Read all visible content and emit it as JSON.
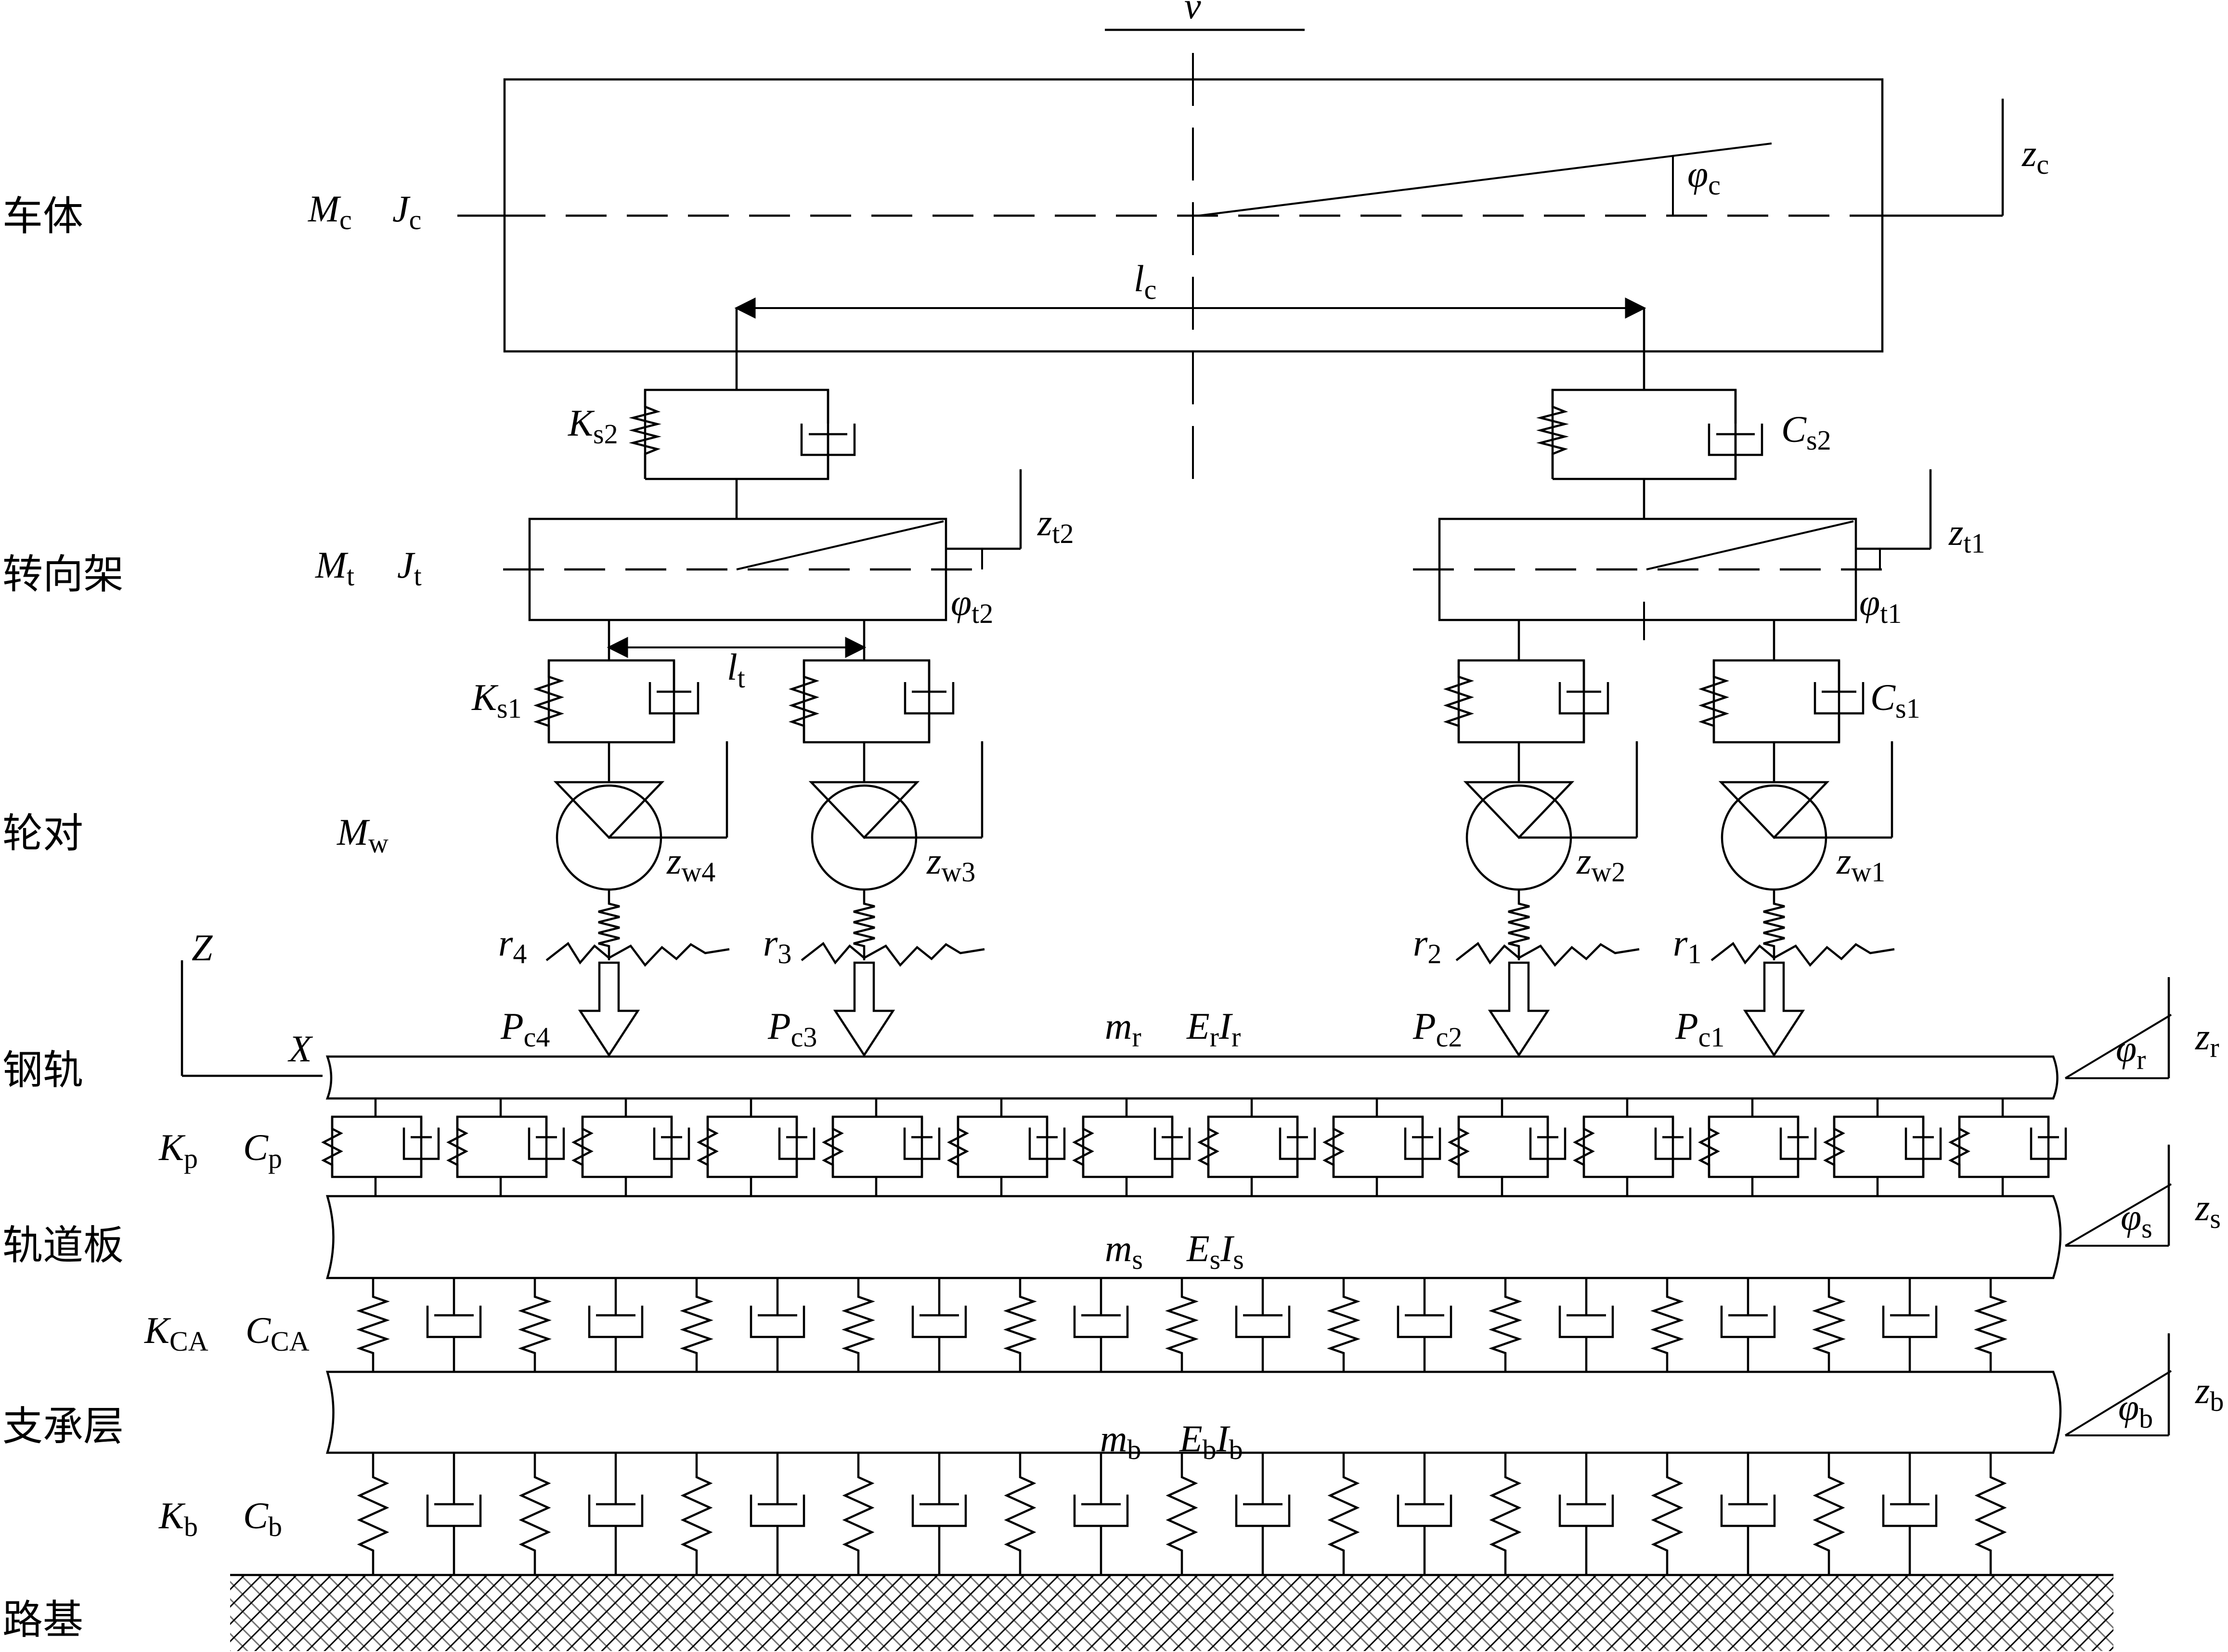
{
  "labels": {
    "velocity": "v",
    "layers": {
      "car": "车体",
      "bogie": "转向架",
      "wheelset": "轮对",
      "rail": "钢轨",
      "slab": "轨道板",
      "base": "支承层",
      "subgrade": "路基"
    },
    "car": {
      "mass": {
        "m": "M",
        "s": "c"
      },
      "inertia": {
        "m": "J",
        "s": "c"
      },
      "disp": {
        "m": "z",
        "s": "c"
      },
      "pitch": {
        "m": "φ",
        "s": "c"
      },
      "len": {
        "m": "l",
        "s": "c"
      }
    },
    "secondary": {
      "k": {
        "m": "K",
        "s": "s2"
      },
      "c": {
        "m": "C",
        "s": "s2"
      }
    },
    "bogie": {
      "mass": {
        "m": "M",
        "s": "t"
      },
      "inertia": {
        "m": "J",
        "s": "t"
      },
      "z1": {
        "m": "z",
        "s": "t1"
      },
      "z2": {
        "m": "z",
        "s": "t2"
      },
      "phi1": {
        "m": "φ",
        "s": "t1"
      },
      "phi2": {
        "m": "φ",
        "s": "t2"
      },
      "len": {
        "m": "l",
        "s": "t"
      }
    },
    "primary": {
      "k": {
        "m": "K",
        "s": "s1"
      },
      "c": {
        "m": "C",
        "s": "s1"
      }
    },
    "wheel": {
      "mass": {
        "m": "M",
        "s": "w"
      },
      "z1": {
        "m": "z",
        "s": "w1"
      },
      "z2": {
        "m": "z",
        "s": "w2"
      },
      "z3": {
        "m": "z",
        "s": "w3"
      },
      "z4": {
        "m": "z",
        "s": "w4"
      },
      "r1": {
        "m": "r",
        "s": "1"
      },
      "r2": {
        "m": "r",
        "s": "2"
      },
      "r3": {
        "m": "r",
        "s": "3"
      },
      "r4": {
        "m": "r",
        "s": "4"
      },
      "p1": {
        "m": "P",
        "s": "c1"
      },
      "p2": {
        "m": "P",
        "s": "c2"
      },
      "p3": {
        "m": "P",
        "s": "c3"
      },
      "p4": {
        "m": "P",
        "s": "c4"
      }
    },
    "axes": {
      "z": "Z",
      "x": "X"
    },
    "rail": {
      "m": {
        "m": "m",
        "s": "r"
      },
      "e": {
        "m": "E",
        "s": "r"
      },
      "i": {
        "m": "I",
        "s": "r"
      },
      "z": {
        "m": "z",
        "s": "r"
      },
      "phi": {
        "m": "φ",
        "s": "r"
      },
      "kp": {
        "m": "K",
        "s": "p"
      },
      "cp": {
        "m": "C",
        "s": "p"
      }
    },
    "slab": {
      "m": {
        "m": "m",
        "s": "s"
      },
      "e": {
        "m": "E",
        "s": "s"
      },
      "i": {
        "m": "I",
        "s": "s"
      },
      "z": {
        "m": "z",
        "s": "s"
      },
      "phi": {
        "m": "φ",
        "s": "s"
      },
      "kca": {
        "m": "K",
        "s": "CA"
      },
      "cca": {
        "m": "C",
        "s": "CA"
      }
    },
    "base": {
      "m": {
        "m": "m",
        "s": "b"
      },
      "e": {
        "m": "E",
        "s": "b"
      },
      "i": {
        "m": "I",
        "s": "b"
      },
      "z": {
        "m": "z",
        "s": "b"
      },
      "phi": {
        "m": "φ",
        "s": "b"
      },
      "kb": {
        "m": "K",
        "s": "b"
      },
      "cb": {
        "m": "C",
        "s": "b"
      }
    }
  }
}
